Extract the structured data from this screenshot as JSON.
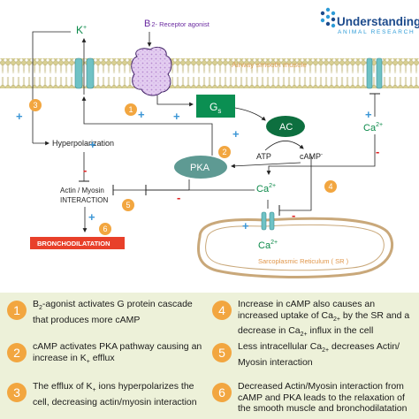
{
  "logo": {
    "line1": "Understanding",
    "line2": "ANIMAL RESEARCH"
  },
  "diagram": {
    "k_top": "K",
    "k_top_sup": "+",
    "agonist_b": "B",
    "agonist_rest": "2-  Receptor agonist",
    "membrane_label": "Airway smooth muscle",
    "gs_g": "G",
    "gs_s": "s",
    "ac": "AC",
    "atp": "ATP",
    "camp": "cAMP",
    "camp_sup": "-",
    "pka": "PKA",
    "hyperpolarization": "Hyperpolarization",
    "actin_myosin": "Actin / Myosin",
    "interaction": "INTERACTION",
    "bronchodilatation": "BRONCHODILATATION",
    "ca_right": "Ca",
    "ca_mid": "Ca",
    "ca_low": "Ca",
    "ca_sup": "2+",
    "sr_label": "Sarcoplasmic Reticulum ( SR )",
    "step_badges": [
      "1",
      "2",
      "3",
      "4",
      "5",
      "6"
    ],
    "plus": "+",
    "minus": "-"
  },
  "legend": [
    {
      "num": "1",
      "html": "B<sub>2</sub>-agonist activates G protein cascade that produces more cAMP"
    },
    {
      "num": "4",
      "html": "Increase in cAMP also causes an increased uptake of Ca<sub>2+</sub> by the SR and a decrease in Ca<sub>2+</sub> influx in the cell"
    },
    {
      "num": "2",
      "html": "cAMP activates PKA pathway causing an increase in K<sub>+</sub> efflux"
    },
    {
      "num": "5",
      "html": "Less intracellular Ca<sub>2+</sub> decreases Actin/ Myosin interaction"
    },
    {
      "num": "3",
      "html": "The efflux of K<sub>+</sub> ions hyperpolarizes the cell, decreasing actin/myosin interaction"
    },
    {
      "num": "6",
      "html": "Decreased Actin/Myosin interaction from cAMP and PKA leads to the relaxation of the smooth muscle and bronchodilatation"
    }
  ],
  "colors": {
    "membrane_head": "#d8cf92",
    "gs": "#0b8f52",
    "ac": "#0d6f3f",
    "pka": "#5e9a93",
    "badge": "#f2a640",
    "bronch": "#e8402a",
    "plus": "#3b96d6",
    "minus": "#e02020",
    "agonist": "#6a2aa0",
    "legend_bg": "#edf1d9"
  }
}
